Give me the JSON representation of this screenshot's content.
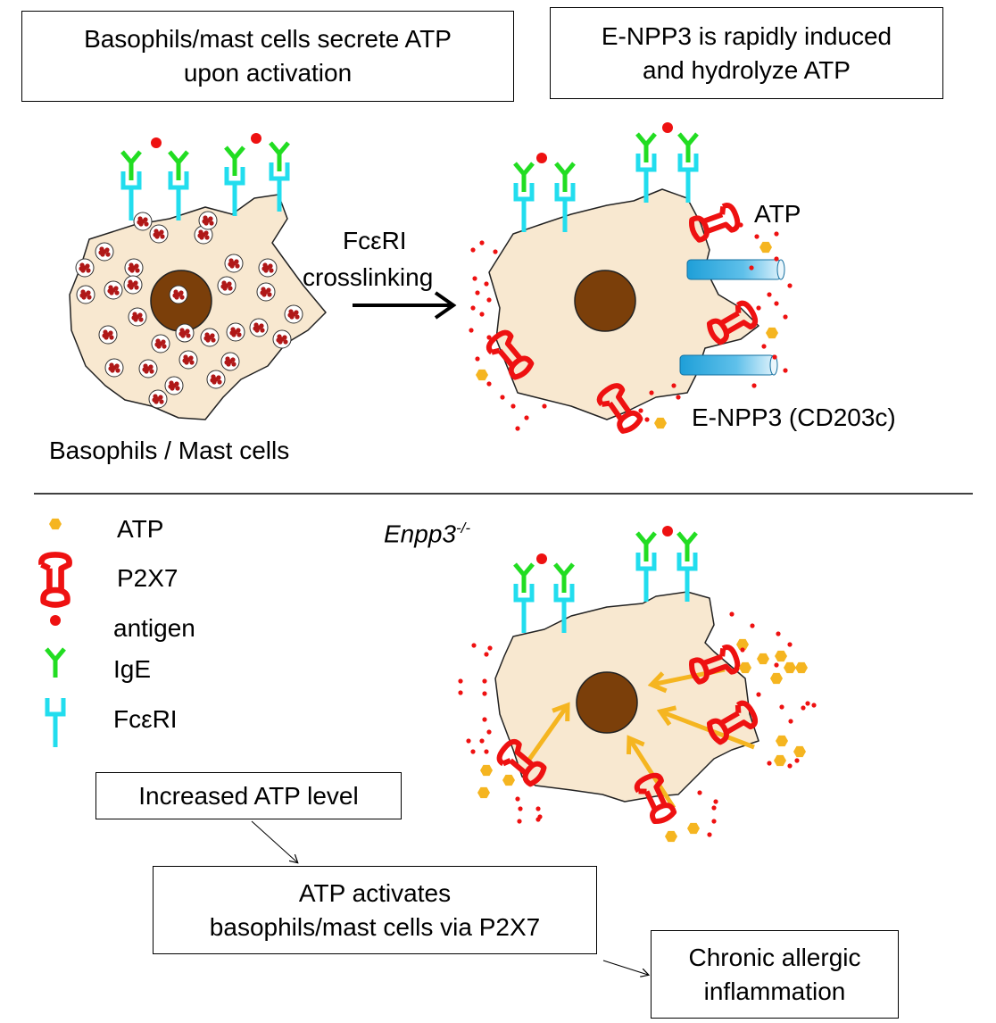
{
  "top_left_box": {
    "line1": "Basophils/mast cells secrete ATP",
    "line2": "upon activation"
  },
  "top_right_box": {
    "line1": "E-NPP3 is rapidly induced",
    "line2": "and hydrolyze ATP"
  },
  "crosslink": {
    "line1": "FcεRI",
    "line2": "crosslinking"
  },
  "cell_label": "Basophils / Mast cells",
  "atp_label": "ATP",
  "enpp3_label": "E-NPP3 (CD203c)",
  "knockout_label": {
    "gene": "Enpp3",
    "superscript": "-/-"
  },
  "legend": [
    {
      "icon": "atp-hexagon-icon",
      "label": "ATP"
    },
    {
      "icon": "p2x7-receptor-icon",
      "label": "P2X7"
    },
    {
      "icon": "antigen-dot-icon",
      "label": "antigen"
    },
    {
      "icon": "ige-icon",
      "label": "IgE"
    },
    {
      "icon": "fceri-icon",
      "label": "FcεRI"
    }
  ],
  "flow": {
    "step1": "Increased ATP level",
    "step2_line1": "ATP activates",
    "step2_line2": "basophils/mast cells via P2X7",
    "step3_line1": "Chronic allergic",
    "step3_line2": "inflammation"
  },
  "colors": {
    "cell_fill": "#F8E8D0",
    "nucleus": "#7B3F0A",
    "ige": "#22DD22",
    "fceri": "#22DDEE",
    "antigen": "#EE1111",
    "p2x7": "#EE1111",
    "atp": "#F5B520",
    "enpp3": "#1E9FD8"
  }
}
